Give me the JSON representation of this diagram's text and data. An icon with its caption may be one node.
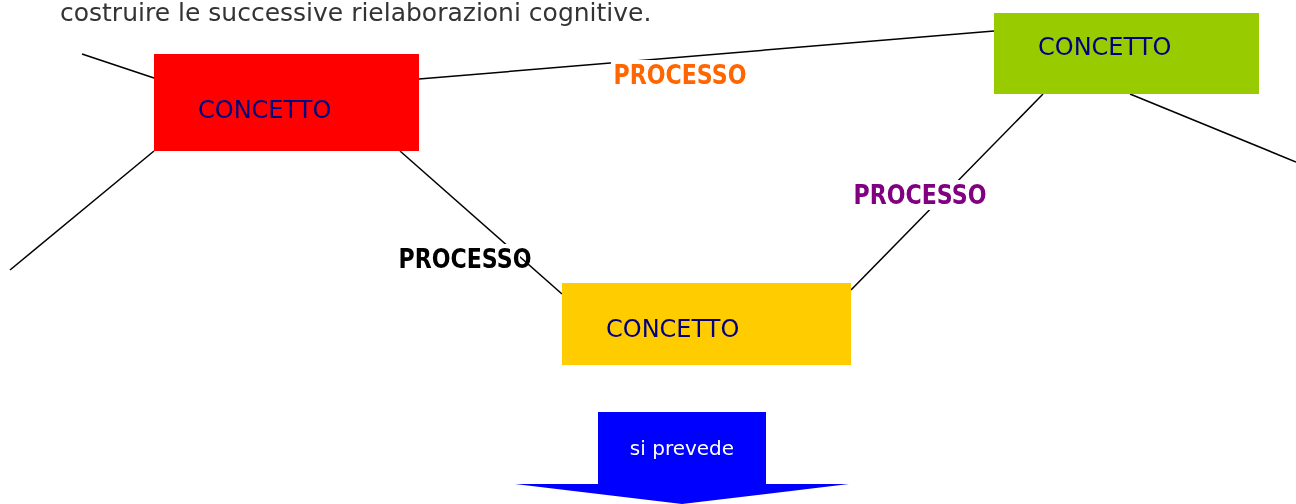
{
  "diagram": {
    "nodes": [
      {
        "text": [
          "CONCETTO"
        ]
      },
      {
        "text": [
          "CONCETTO"
        ]
      },
      {
        "text": [
          "CONCETTO"
        ]
      },
      {
        "text": [
          "si prevede"
        ]
      }
    ],
    "edges": [
      {
        "from": 0,
        "to": 1,
        "arrow": "none",
        "label": "PROCESSO"
      },
      {
        "from": 0,
        "to": 2,
        "arrow": "none",
        "label": "PROCESSO"
      },
      {
        "from": 2,
        "to": 1,
        "arrow": "none",
        "label": "PROCESSO"
      },
      {
        "from": null,
        "to": 0,
        "arrow": "none"
      },
      {
        "from": 0,
        "to": null,
        "arrow": "none"
      },
      {
        "from": 1,
        "to": null,
        "arrow": "none"
      }
    ],
    "labels": [
      "costruire le successive rielaborazioni cognitive."
    ]
  }
}
